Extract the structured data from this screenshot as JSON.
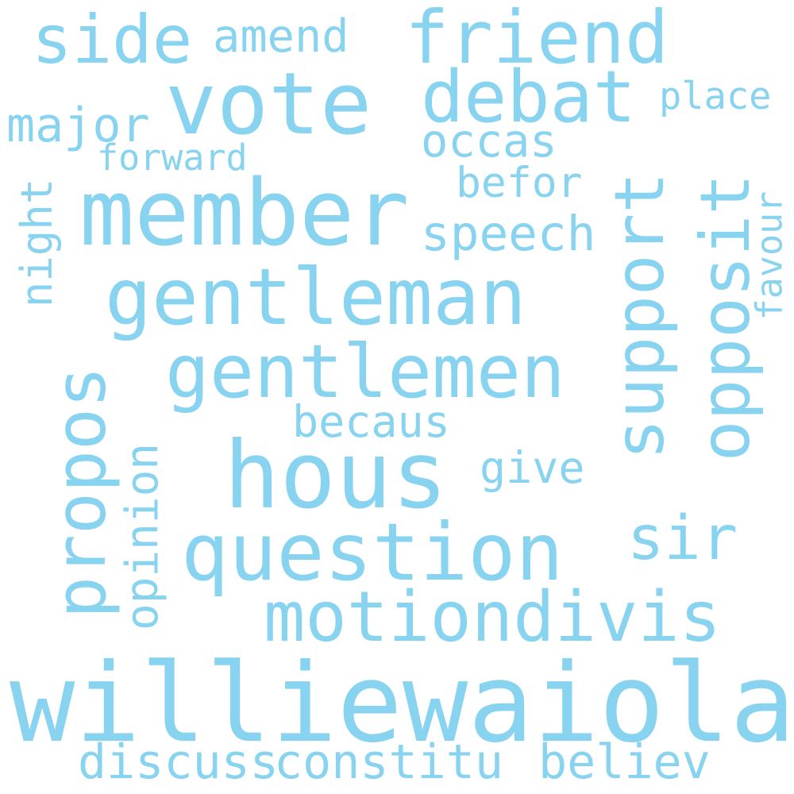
{
  "word_color": "#87d3f0",
  "background_color": "#ffffff",
  "words": {
    "williewaiola": "williewaiola",
    "member": "member",
    "hous": "hous",
    "question": "question",
    "vote": "vote",
    "debat": "debat",
    "gentleman": "gentleman",
    "gentlemen": "gentlemen",
    "friend": "friend",
    "motiondivis": "motiondivis",
    "side": "side",
    "propos": "propos",
    "support": "support",
    "opposit": "opposit",
    "sir": "sir",
    "speech": "speech",
    "major": "major",
    "amend": "amend",
    "occas": "occas",
    "befor": "befor",
    "becaus": "becaus",
    "give": "give",
    "place": "place",
    "forward": "forward",
    "night": "night",
    "favour": "favour",
    "opinion": "opinion",
    "discuss": "discuss",
    "constitu": "constitu",
    "believ": "believ"
  }
}
